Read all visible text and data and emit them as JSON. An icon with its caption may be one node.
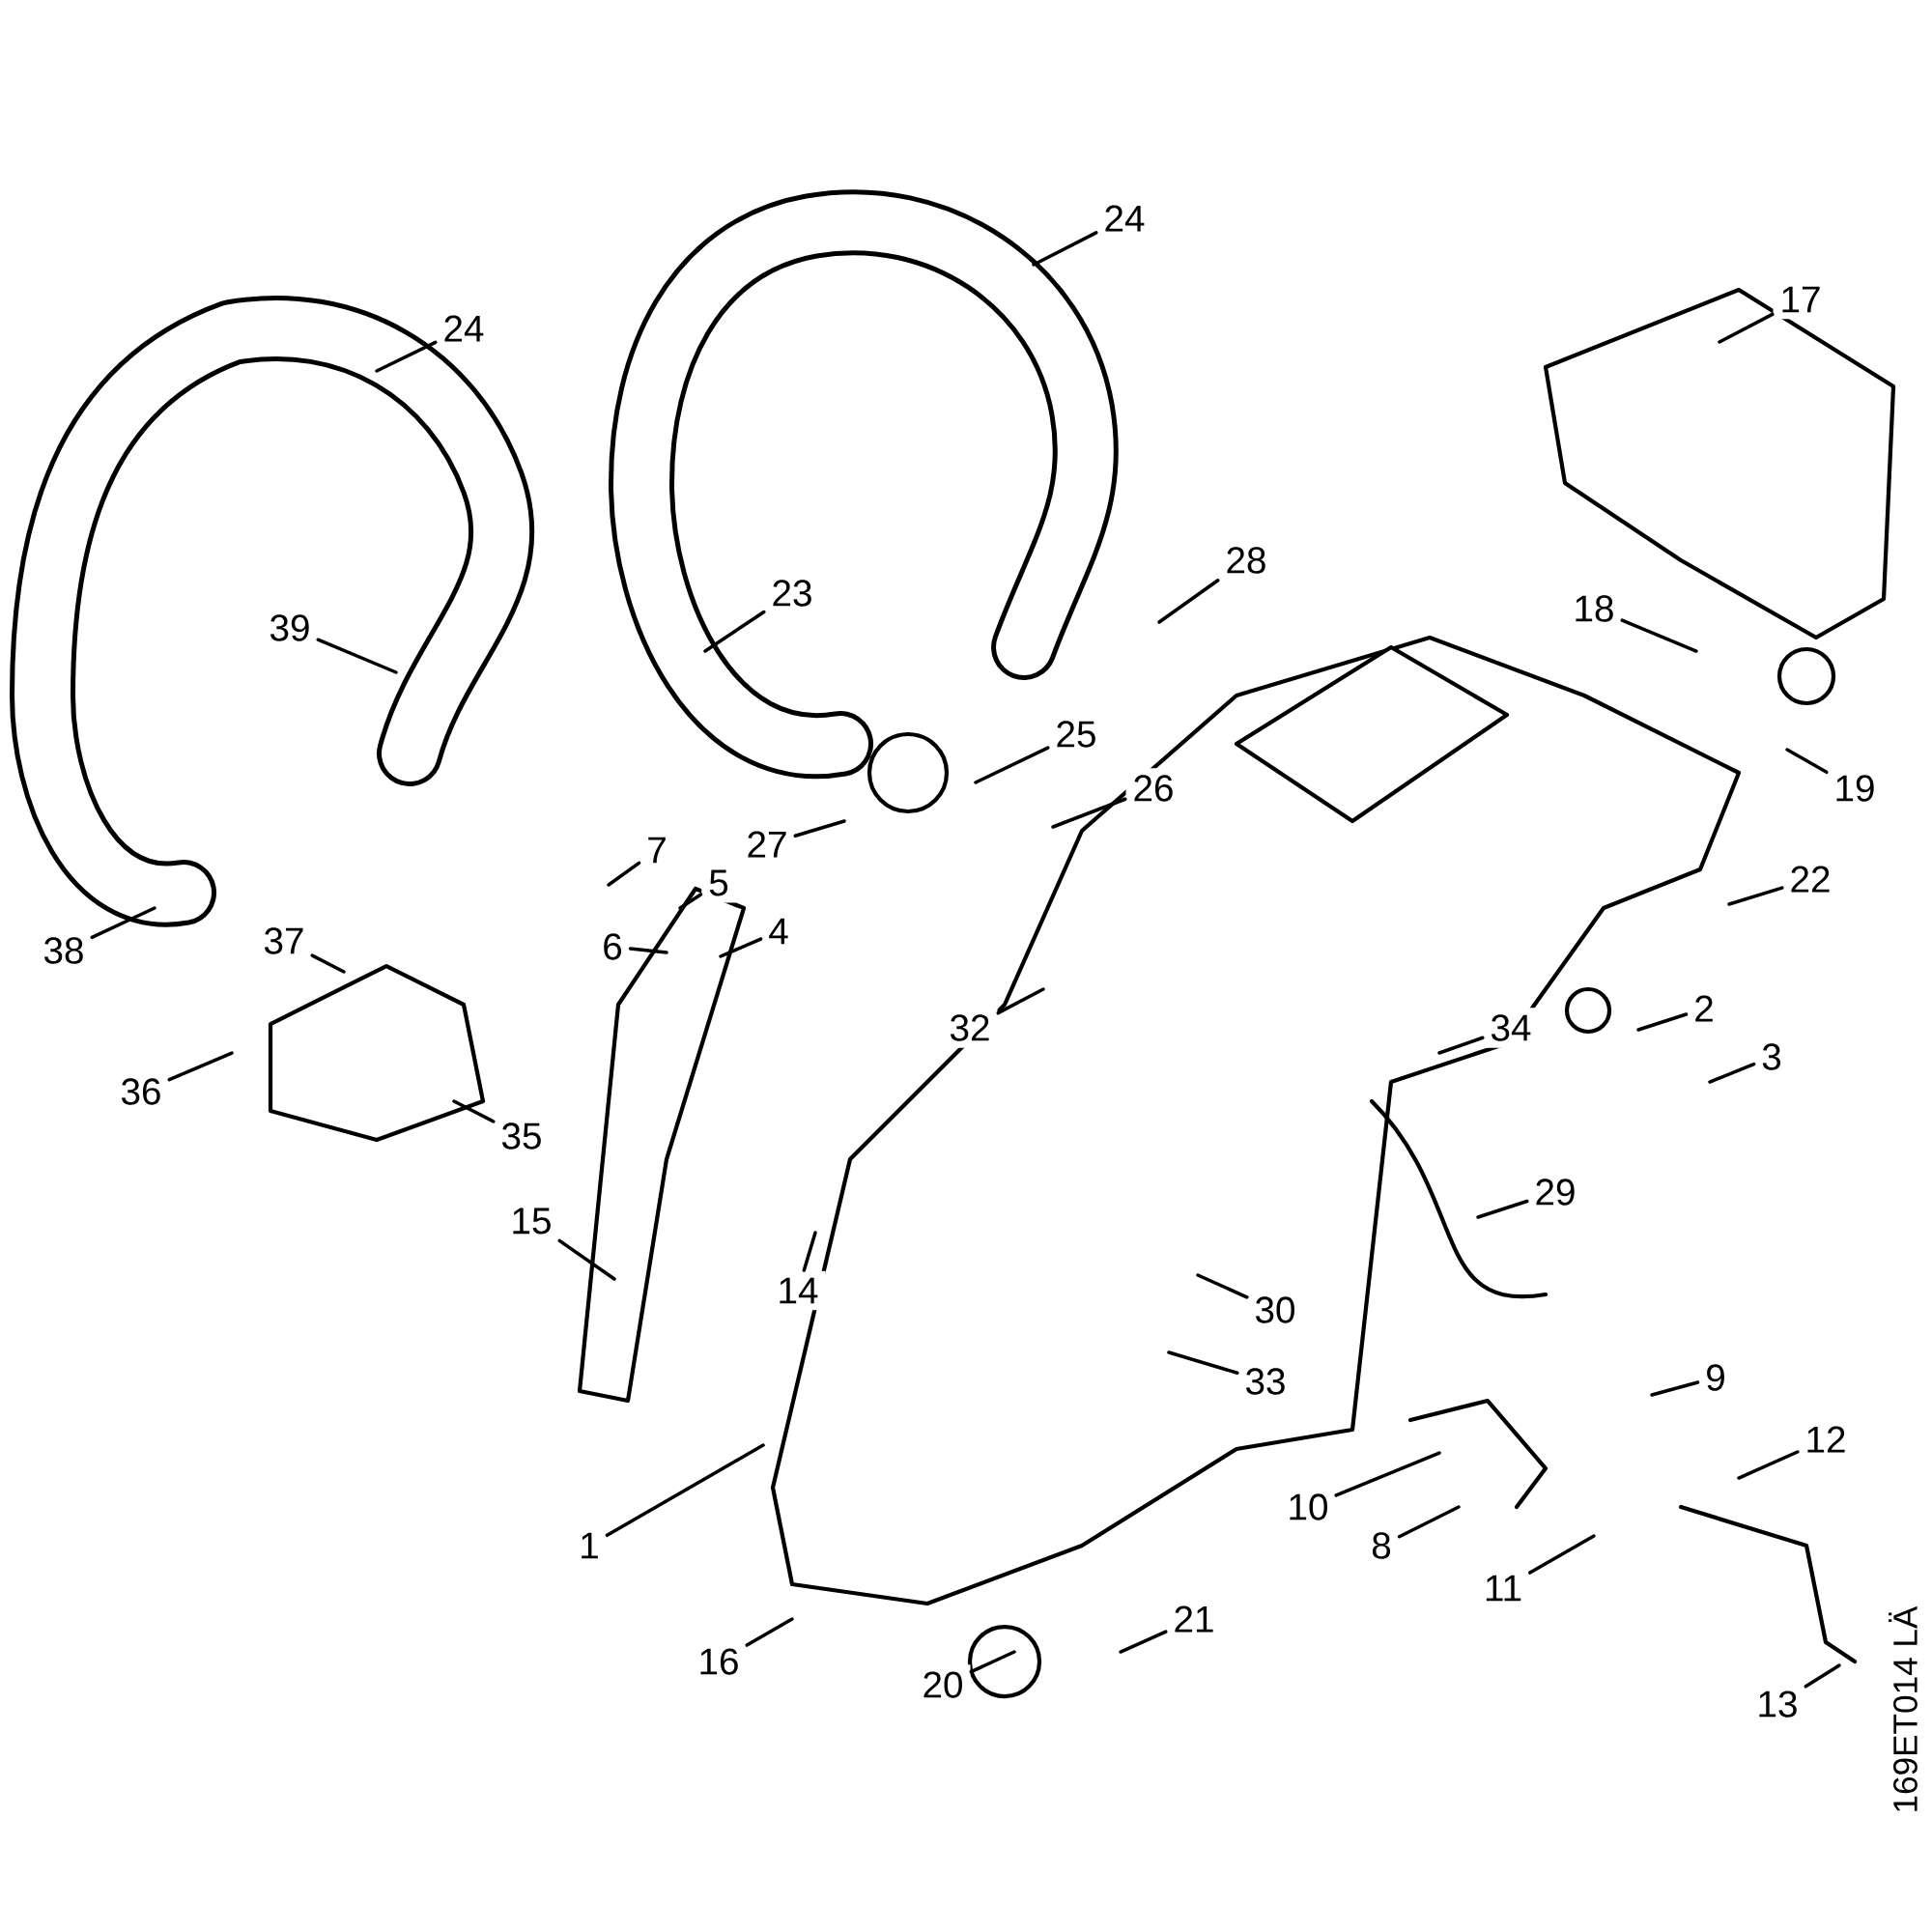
{
  "diagram": {
    "nodes": [
      {
        "text": [
          "24"
        ]
      },
      {
        "text": [
          "24"
        ]
      },
      {
        "text": [
          "17"
        ]
      },
      {
        "text": [
          "28"
        ]
      },
      {
        "text": [
          "23"
        ]
      },
      {
        "text": [
          "18"
        ]
      },
      {
        "text": [
          "39"
        ]
      },
      {
        "text": [
          "25"
        ]
      },
      {
        "text": [
          "19"
        ]
      },
      {
        "text": [
          "26"
        ]
      },
      {
        "text": [
          "7"
        ]
      },
      {
        "text": [
          "27"
        ]
      },
      {
        "text": [
          "5"
        ]
      },
      {
        "text": [
          "22"
        ]
      },
      {
        "text": [
          "4"
        ]
      },
      {
        "text": [
          "6"
        ]
      },
      {
        "text": [
          "37"
        ]
      },
      {
        "text": [
          "38"
        ]
      },
      {
        "text": [
          "2"
        ]
      },
      {
        "text": [
          "32"
        ]
      },
      {
        "text": [
          "34"
        ]
      },
      {
        "text": [
          "3"
        ]
      },
      {
        "text": [
          "36"
        ]
      },
      {
        "text": [
          "35"
        ]
      },
      {
        "text": [
          "29"
        ]
      },
      {
        "text": [
          "15"
        ]
      },
      {
        "text": [
          "14"
        ]
      },
      {
        "text": [
          "30"
        ]
      },
      {
        "text": [
          "9"
        ]
      },
      {
        "text": [
          "33"
        ]
      },
      {
        "text": [
          "12"
        ]
      },
      {
        "text": [
          "10"
        ]
      },
      {
        "text": [
          "1"
        ]
      },
      {
        "text": [
          "8"
        ]
      },
      {
        "text": [
          "11"
        ]
      },
      {
        "text": [
          "21"
        ]
      },
      {
        "text": [
          "16"
        ]
      },
      {
        "text": [
          "20"
        ]
      },
      {
        "text": [
          "13"
        ]
      }
    ],
    "edges": [
      {
        "from": 0,
        "to": null,
        "arrow": "none"
      },
      {
        "from": 1,
        "to": null,
        "arrow": "none"
      },
      {
        "from": 2,
        "to": null,
        "arrow": "none"
      },
      {
        "from": 3,
        "to": null,
        "arrow": "none"
      },
      {
        "from": 4,
        "to": null,
        "arrow": "none"
      },
      {
        "from": 5,
        "to": null,
        "arrow": "none"
      },
      {
        "from": 6,
        "to": null,
        "arrow": "none"
      },
      {
        "from": 7,
        "to": null,
        "arrow": "none"
      },
      {
        "from": 8,
        "to": null,
        "arrow": "none"
      },
      {
        "from": 9,
        "to": null,
        "arrow": "none"
      },
      {
        "from": 10,
        "to": null,
        "arrow": "none"
      },
      {
        "from": 11,
        "to": null,
        "arrow": "none"
      },
      {
        "from": 12,
        "to": null,
        "arrow": "none"
      },
      {
        "from": 13,
        "to": null,
        "arrow": "none"
      },
      {
        "from": 14,
        "to": null,
        "arrow": "none"
      },
      {
        "from": 15,
        "to": null,
        "arrow": "none"
      },
      {
        "from": 16,
        "to": null,
        "arrow": "none"
      },
      {
        "from": 17,
        "to": null,
        "arrow": "none"
      },
      {
        "from": 18,
        "to": null,
        "arrow": "none"
      },
      {
        "from": 19,
        "to": null,
        "arrow": "none"
      },
      {
        "from": 20,
        "to": null,
        "arrow": "none"
      },
      {
        "from": 21,
        "to": null,
        "arrow": "none"
      },
      {
        "from": 22,
        "to": null,
        "arrow": "none"
      },
      {
        "from": 23,
        "to": null,
        "arrow": "none"
      },
      {
        "from": 24,
        "to": null,
        "arrow": "none"
      },
      {
        "from": 25,
        "to": null,
        "arrow": "none"
      },
      {
        "from": 26,
        "to": null,
        "arrow": "none"
      },
      {
        "from": 27,
        "to": null,
        "arrow": "none"
      },
      {
        "from": 28,
        "to": null,
        "arrow": "none"
      },
      {
        "from": 29,
        "to": null,
        "arrow": "none"
      },
      {
        "from": 30,
        "to": null,
        "arrow": "none"
      },
      {
        "from": 31,
        "to": null,
        "arrow": "none"
      },
      {
        "from": 32,
        "to": null,
        "arrow": "none"
      },
      {
        "from": 33,
        "to": null,
        "arrow": "none"
      },
      {
        "from": 34,
        "to": null,
        "arrow": "none"
      },
      {
        "from": 35,
        "to": null,
        "arrow": "none"
      },
      {
        "from": 36,
        "to": null,
        "arrow": "none"
      },
      {
        "from": 37,
        "to": null,
        "arrow": "none"
      },
      {
        "from": 38,
        "to": null,
        "arrow": "none"
      }
    ],
    "labels": [
      "169ET014 LÄ"
    ]
  }
}
